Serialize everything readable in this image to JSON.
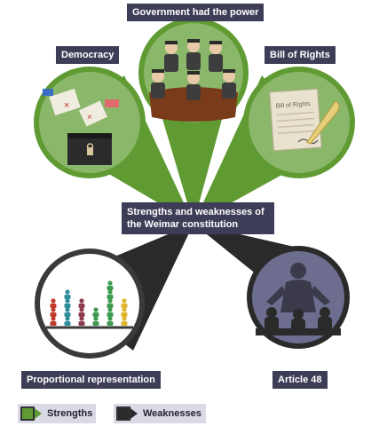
{
  "title": "Strengths and weaknesses of the Weimar constitution",
  "labels": {
    "government": "Government had the power",
    "democracy": "Democracy",
    "bill_of_rights": "Bill of Rights",
    "proportional": "Proportional representation",
    "article48": "Article 48"
  },
  "document_text": "Bill of Rights",
  "legend": {
    "strengths": "Strengths",
    "weaknesses": "Weaknesses"
  },
  "colors": {
    "strength": "#5f9b32",
    "weakness": "#2a2a2a",
    "label_bg": "#3e3d57",
    "legend_bg": "#d9dae6"
  }
}
